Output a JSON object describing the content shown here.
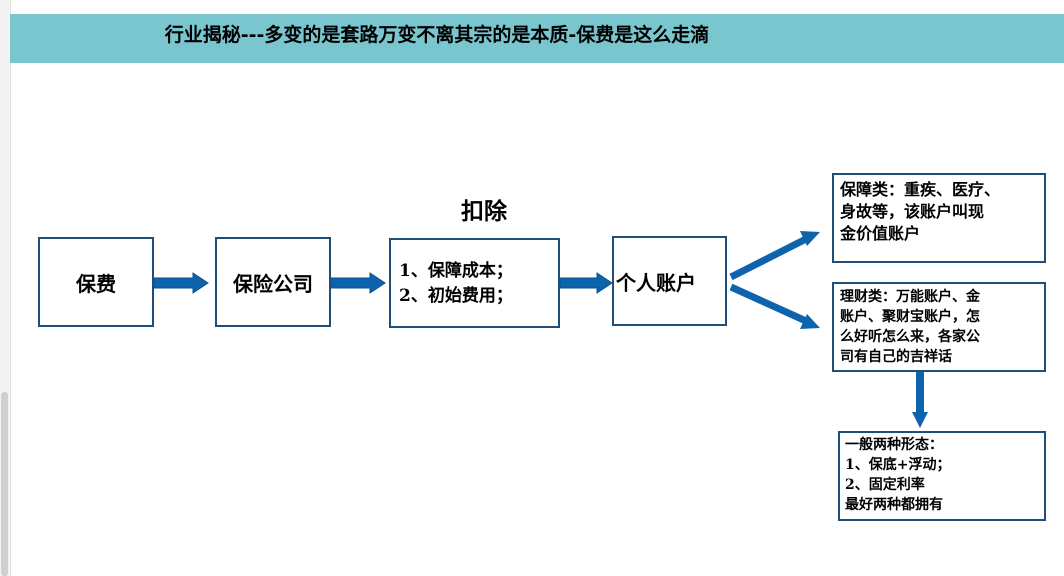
{
  "title": "行业揭秘---多变的是套路万变不离其宗的是本质-保费是这么走滴",
  "deduct_label": "扣除",
  "nodes": {
    "premium": "保费",
    "insurer": "保险公司",
    "deductions": [
      "1、保障成本；",
      "2、初始费用；"
    ],
    "personal_account": "个人账户",
    "protection": [
      "保障类：重疾、医疗、",
      "身故等，该账户叫现",
      "金价值账户"
    ],
    "wealth": [
      "理财类：万能账户、金",
      "账户、聚财宝账户，怎",
      "么好听怎么来，各家公",
      "司有自己的吉祥话"
    ],
    "forms": [
      "一般两种形态：",
      "1、保底+浮动；",
      "2、固定利率",
      "最好两种都拥有"
    ]
  },
  "colors": {
    "title_bg": "#7ac6cf",
    "box_border": "#1f4e79",
    "arrow": "#0e63ad"
  }
}
